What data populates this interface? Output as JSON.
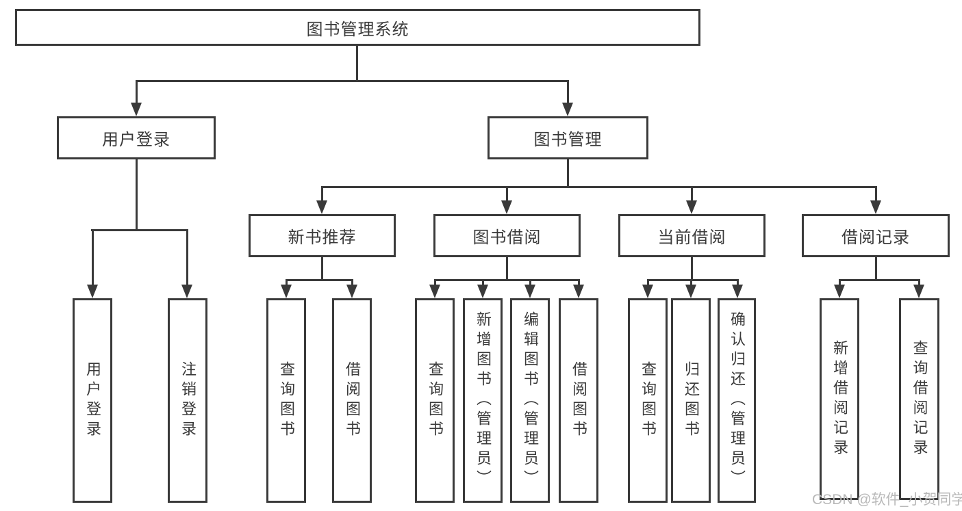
{
  "diagram": {
    "type": "hierarchy-tree",
    "tree": {
      "root": {
        "label": "图书管理系统",
        "children": [
          {
            "label": "用户登录",
            "children": [
              {
                "label": "用户登录"
              },
              {
                "label": "注销登录"
              }
            ]
          },
          {
            "label": "图书管理",
            "children": [
              {
                "label": "新书推荐",
                "children": [
                  {
                    "label": "查询图书"
                  },
                  {
                    "label": "借阅图书"
                  }
                ]
              },
              {
                "label": "图书借阅",
                "children": [
                  {
                    "label": "查询图书"
                  },
                  {
                    "label": "新增图书（管理员）"
                  },
                  {
                    "label": "编辑图书（管理员）"
                  },
                  {
                    "label": "借阅图书"
                  }
                ]
              },
              {
                "label": "当前借阅",
                "children": [
                  {
                    "label": "查询图书"
                  },
                  {
                    "label": "归还图书"
                  },
                  {
                    "label": "确认归还（管理员）"
                  }
                ]
              },
              {
                "label": "借阅记录",
                "children": [
                  {
                    "label": "新增借阅记录"
                  },
                  {
                    "label": "查询借阅记录"
                  }
                ]
              }
            ]
          }
        ]
      }
    }
  },
  "watermark": {
    "text": "CSDN @软件_小贺同学"
  },
  "colors": {
    "line": "#3a3a3a",
    "text": "#3a3a3a",
    "watermark": "#b8b8b8",
    "background": "#ffffff"
  }
}
